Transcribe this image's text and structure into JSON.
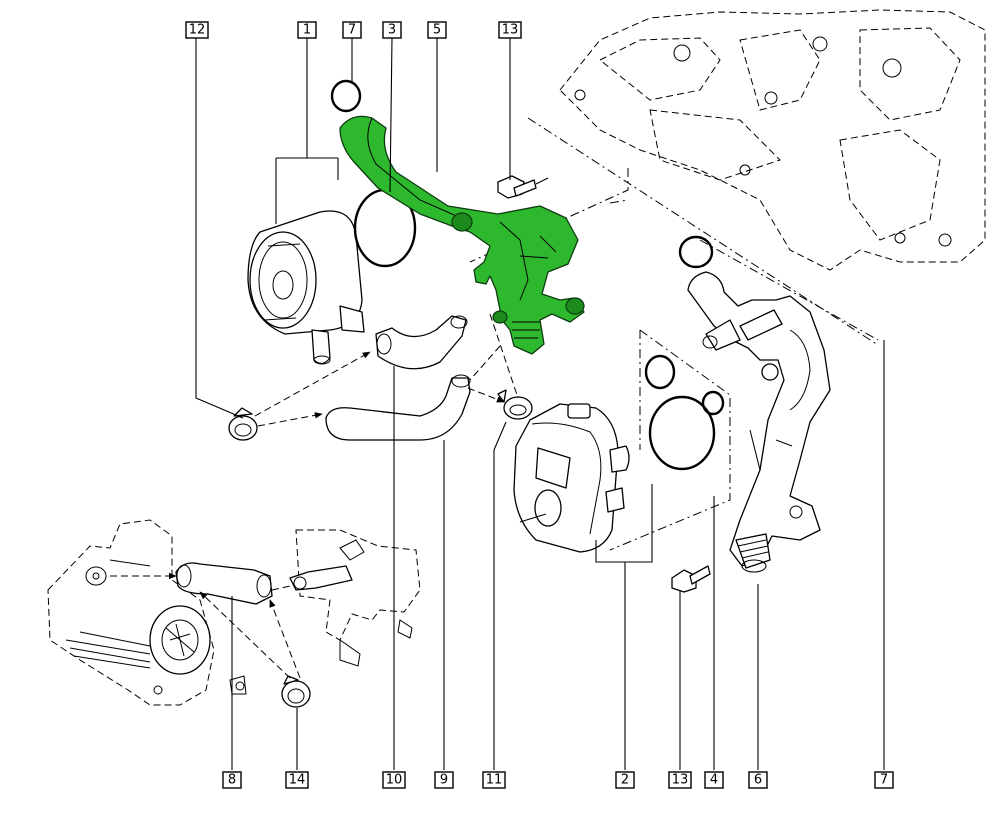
{
  "colors": {
    "highlight": "#2eb82e",
    "highlight_dark": "#1c8a1c",
    "line": "#000000",
    "background": "#ffffff"
  },
  "callouts": {
    "c1": "1",
    "c2": "2",
    "c3": "3",
    "c4": "4",
    "c5": "5",
    "c6": "6",
    "c7a": "7",
    "c7b": "7",
    "c8": "8",
    "c9": "9",
    "c10": "10",
    "c11": "11",
    "c12": "12",
    "c13a": "13",
    "c13b": "13",
    "c14": "14"
  }
}
